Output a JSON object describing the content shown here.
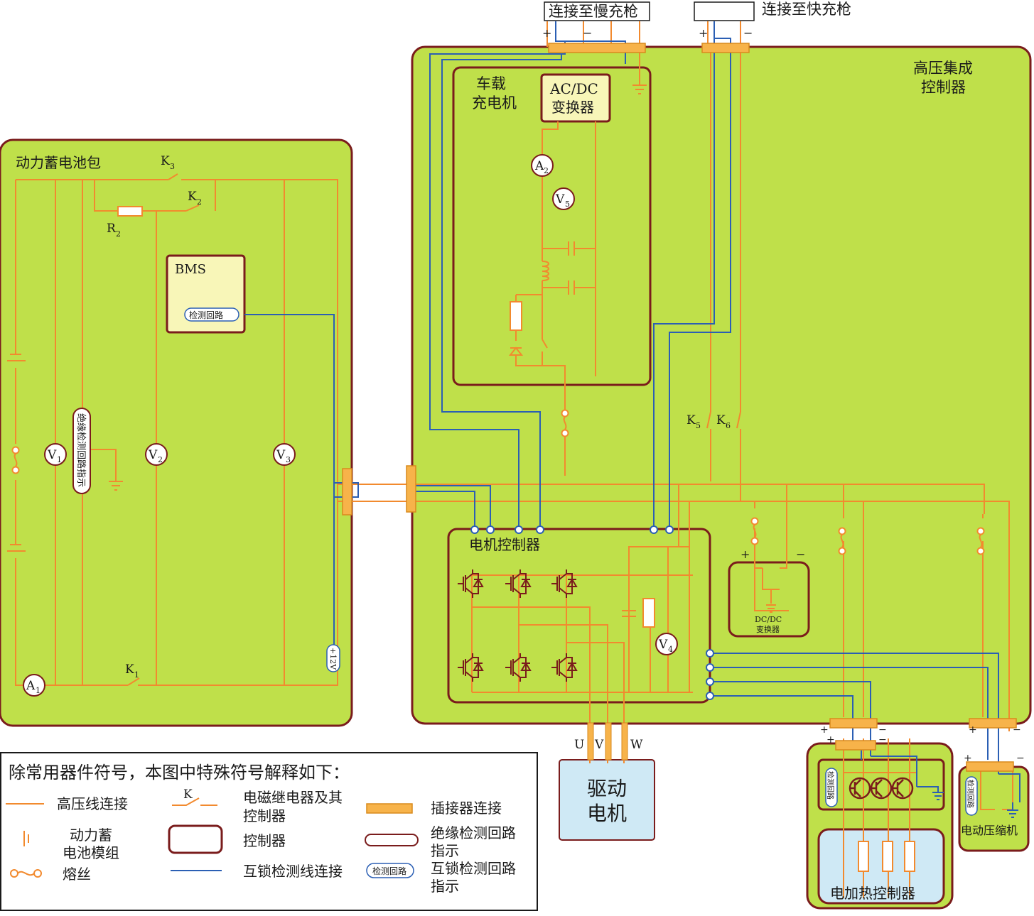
{
  "labels": {
    "slow_charge_port": "连接至慢充枪",
    "fast_charge_port": "连接至快充枪",
    "hv_controller": [
      "高压集成",
      "控制器"
    ],
    "onboard_charger": [
      "车载",
      "充电机"
    ],
    "acdc": [
      "AC/DC",
      "变换器"
    ],
    "battery_pack": "动力蓄电池包",
    "bms": "BMS",
    "detect_circuit": "检测回路",
    "insulation_indicator": "绝缘检测回路指示",
    "motor_controller": "电机控制器",
    "dcdc": [
      "DC/DC",
      "变换器"
    ],
    "drive_motor": [
      "驱动",
      "电机"
    ],
    "heater_controller": "电加热控制器",
    "compressor": "电动压缩机",
    "plus12v": "+12V",
    "uvw": [
      "U",
      "V",
      "W"
    ],
    "plus": "+",
    "minus": "−"
  },
  "components": {
    "K1": "K",
    "K1s": "1",
    "K2": "K",
    "K2s": "2",
    "K3": "K",
    "K3s": "3",
    "K5": "K",
    "K5s": "5",
    "K6": "K",
    "K6s": "6",
    "R2": "R",
    "R2s": "2",
    "A1": "A",
    "A1s": "1",
    "A2": "A",
    "A2s": "2",
    "V1": "V",
    "V1s": "1",
    "V2": "V",
    "V2s": "2",
    "V3": "V",
    "V3s": "3",
    "V4": "V",
    "V4s": "4",
    "V5": "V",
    "V5s": "5"
  },
  "legend": {
    "title": "除常用器件符号，本图中特殊符号解释如下：",
    "hv_line": "高压线连接",
    "battery_module": [
      "动力蓄",
      "电池模组"
    ],
    "fuse": "熔丝",
    "relay_symbol": "K",
    "relay": [
      "电磁继电器及其",
      "控制器"
    ],
    "controller": "控制器",
    "interlock_line": "互锁检测线连接",
    "connector": "插接器连接",
    "insulation": [
      "绝缘检测回路",
      "指示"
    ],
    "interlock_indicator_symbol": "检测回路",
    "interlock_indicator": [
      "互锁检测回路",
      "指示"
    ]
  },
  "colors": {
    "panel_fill": "#bfe04a",
    "panel_border": "#7a1c1c",
    "hv_wire": "#f28a2e",
    "interlock_wire": "#2b5fb4",
    "connector": "#f7b34a",
    "box_fill": "#f8f6b8",
    "motor_fill": "#cfe9f5"
  }
}
